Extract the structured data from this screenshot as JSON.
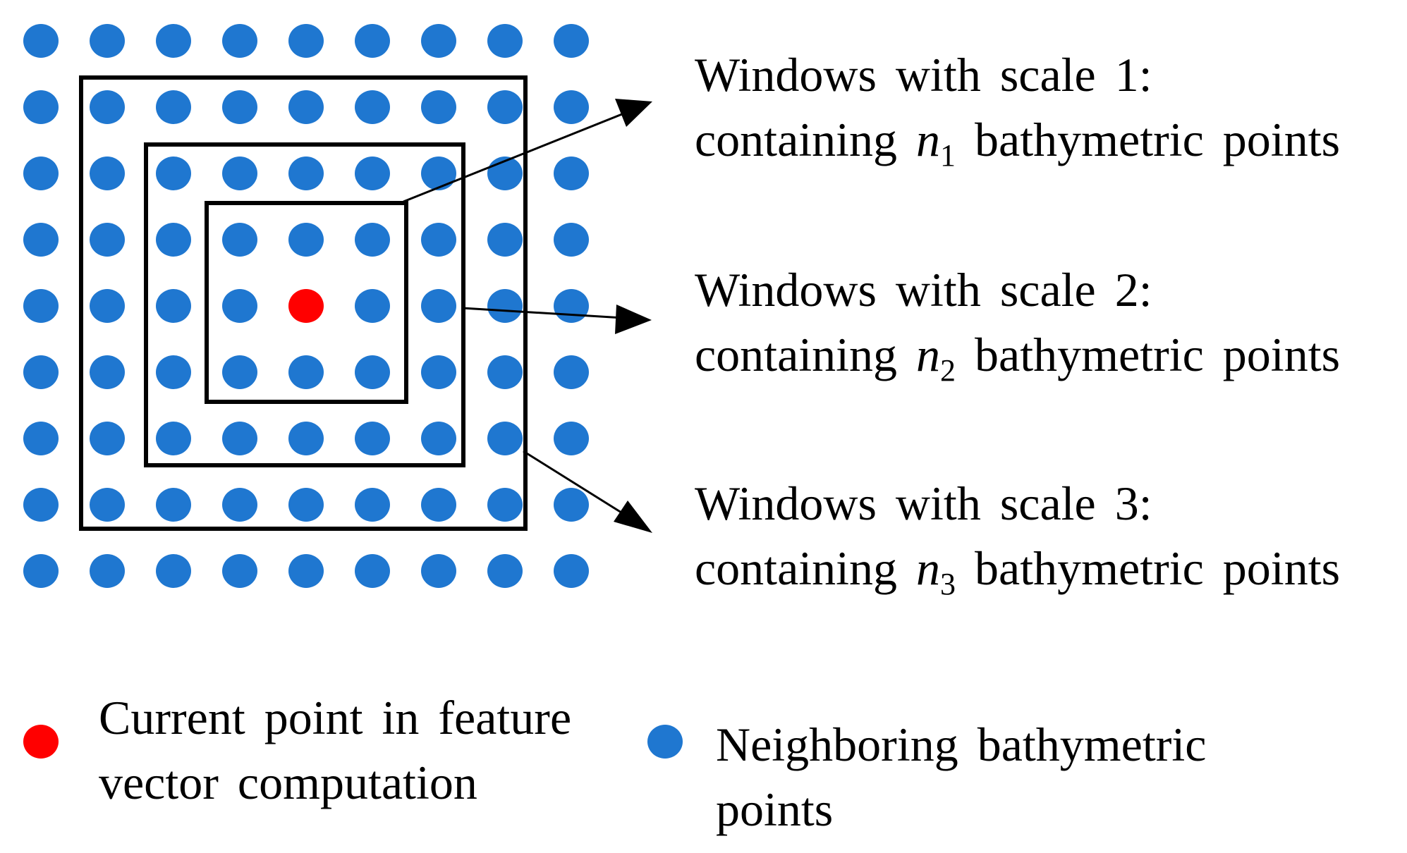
{
  "grid": {
    "rows": 9,
    "cols": 9,
    "point_color": "#1f77d0",
    "current_point_color": "#ff0000",
    "current_point": {
      "row": 4,
      "col": 4
    }
  },
  "windows": [
    {
      "scale": 1,
      "label_line1": "Windows with scale 1:",
      "label_prefix": "containing",
      "label_var": "n",
      "label_sub": "1",
      "label_suffix": "bathymetric points"
    },
    {
      "scale": 2,
      "label_line1": "Windows with scale 2:",
      "label_prefix": "containing",
      "label_var": "n",
      "label_sub": "2",
      "label_suffix": "bathymetric points"
    },
    {
      "scale": 3,
      "label_line1": "Windows with scale 3:",
      "label_prefix": "containing",
      "label_var": "n",
      "label_sub": "3",
      "label_suffix": "bathymetric points"
    }
  ],
  "legend": {
    "current": {
      "line1": "Current point in feature",
      "line2": "vector computation",
      "color": "#ff0000"
    },
    "neighbor": {
      "line1": "Neighboring bathymetric",
      "line2": "points",
      "color": "#1f77d0"
    }
  }
}
